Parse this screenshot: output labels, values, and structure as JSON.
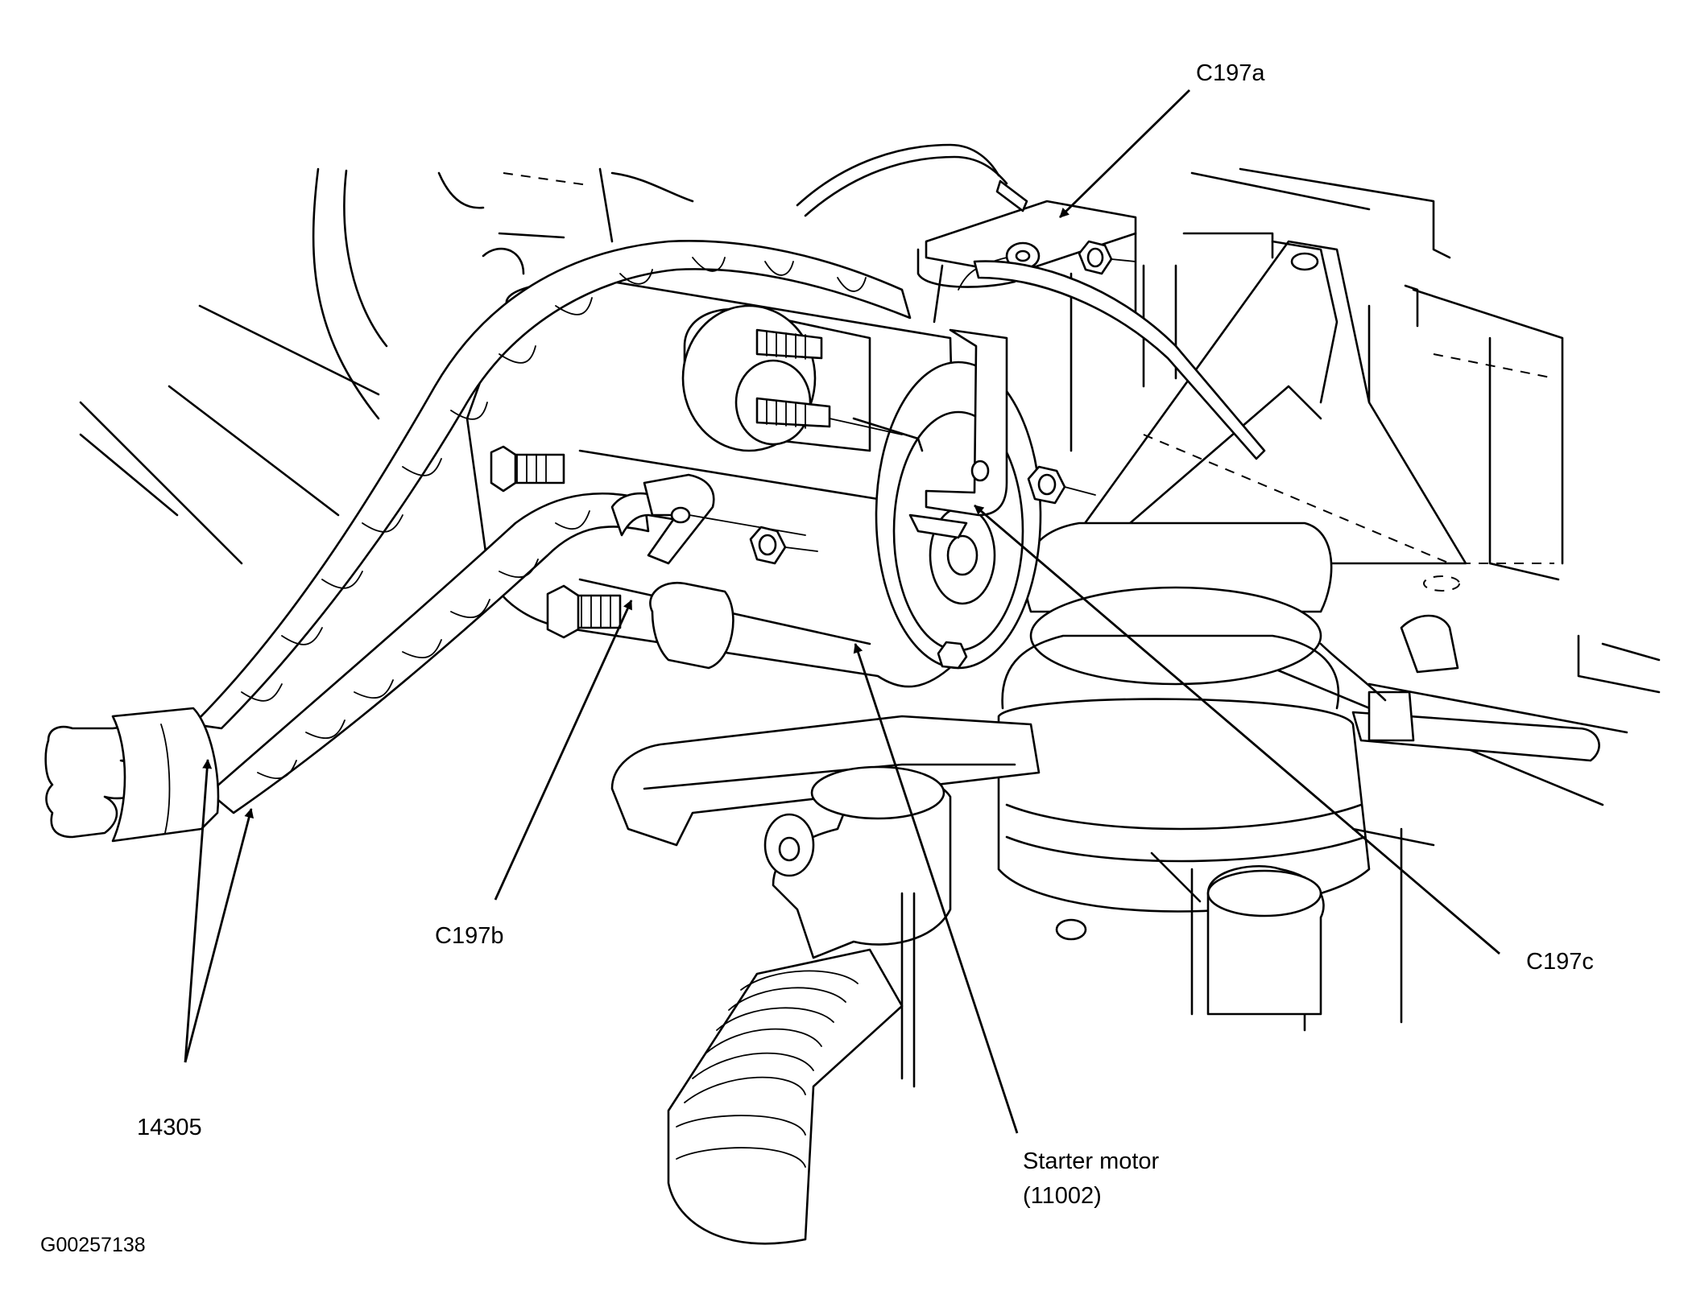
{
  "figure_id": "G00257138",
  "callouts": [
    {
      "key": "c197a",
      "text": "C197a"
    },
    {
      "key": "c197b",
      "text": "C197b"
    },
    {
      "key": "c197c",
      "text": "C197c"
    },
    {
      "key": "harness",
      "text": "14305"
    },
    {
      "key": "starter_line1",
      "text": "Starter motor"
    },
    {
      "key": "starter_line2",
      "text": "(11002)"
    }
  ]
}
